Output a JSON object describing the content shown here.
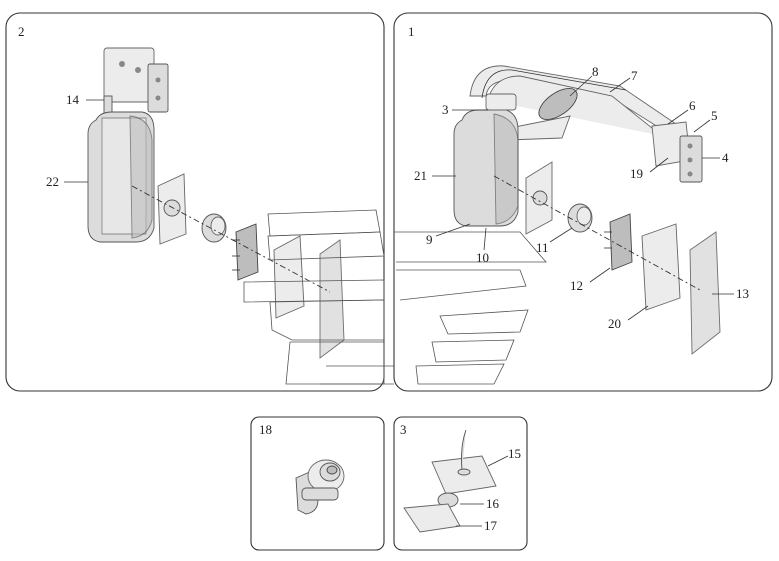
{
  "panels": {
    "p2": "2",
    "p1": "1",
    "p18": "18",
    "p3": "3"
  },
  "callouts": {
    "c14": "14",
    "c22": "22",
    "c3": "3",
    "c8": "8",
    "c7": "7",
    "c6": "6",
    "c5": "5",
    "c4": "4",
    "c19": "19",
    "c21": "21",
    "c9": "9",
    "c10": "10",
    "c11": "11",
    "c12": "12",
    "c20": "20",
    "c13": "13",
    "c15": "15",
    "c16": "16",
    "c17": "17"
  }
}
